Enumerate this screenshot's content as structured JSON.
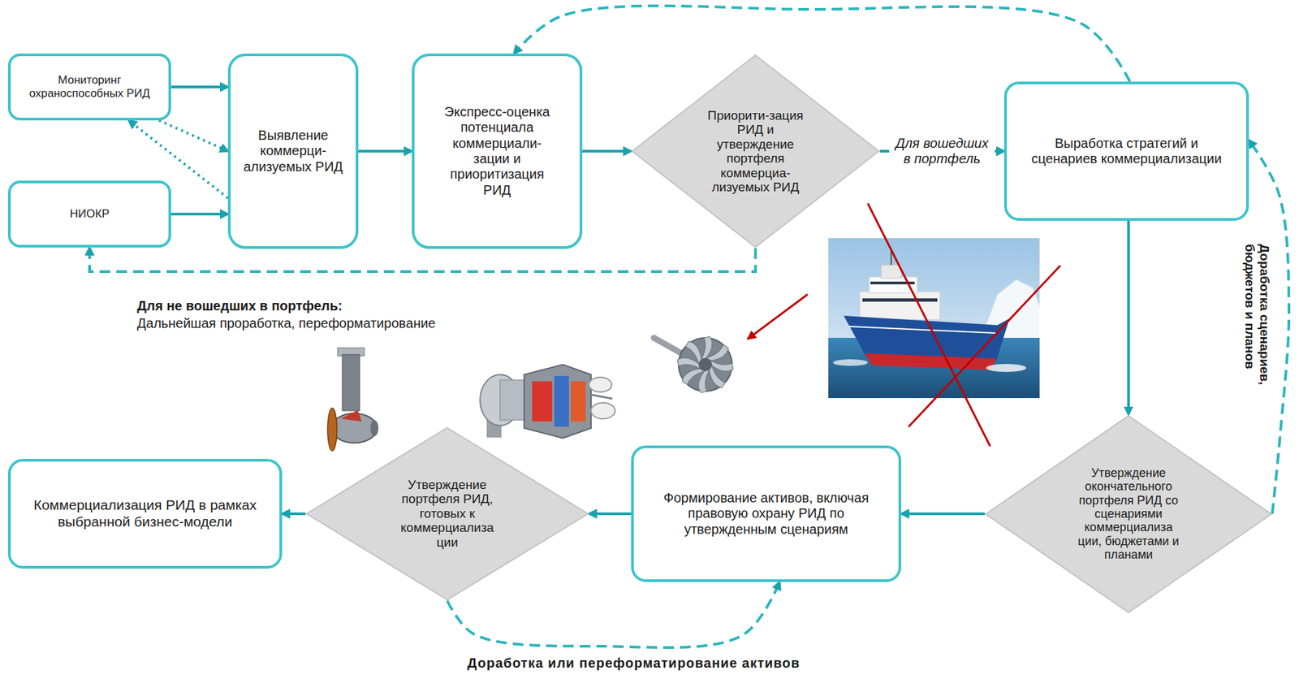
{
  "diagram": {
    "nodes": [
      {
        "text": [
          "Мониторинг охраноспособных РИД"
        ]
      },
      {
        "text": [
          "НИОКР"
        ]
      },
      {
        "text": [
          "Выявление коммерци-ализуемых РИД"
        ]
      },
      {
        "text": [
          "Экспресс-оценка потенциала коммерциали-зации и приоритизация РИД"
        ]
      },
      {
        "text": [
          "Приорити-зация РИД и утверждение портфеля коммерциа-лизуемых РИД"
        ]
      },
      {
        "text": [
          "Выработка стратегий и сценариев коммерциализации"
        ]
      },
      {
        "text": [
          "Утверждение окончательного портфеля РИД со сценариями коммерциализа ции, бюджетами и планами"
        ]
      },
      {
        "text": [
          "Формирование активов, включая правовую охрану РИД по утвержденным сценариям"
        ]
      },
      {
        "text": [
          "Утверждение портфеля РИД, готовых к коммерциализа ции"
        ]
      },
      {
        "text": [
          "Коммерциализация РИД в рамках выбранной бизнес-модели"
        ]
      }
    ],
    "edges": [
      {
        "from": 0,
        "to": 2,
        "arrow": "to"
      },
      {
        "from": 1,
        "to": 2,
        "arrow": "to"
      },
      {
        "from": 0,
        "to": 2,
        "arrow": "to"
      },
      {
        "from": 2,
        "to": 0,
        "arrow": "to"
      },
      {
        "from": 2,
        "to": 3,
        "arrow": "to"
      },
      {
        "from": 3,
        "to": 4,
        "arrow": "to"
      },
      {
        "from": 4,
        "to": 5,
        "label": "Для вошедших в портфель",
        "arrow": "to"
      },
      {
        "from": 4,
        "to": 1,
        "arrow": "to"
      },
      {
        "from": 5,
        "to": 3,
        "arrow": "to"
      },
      {
        "from": 5,
        "to": 6,
        "arrow": "to"
      },
      {
        "from": 6,
        "to": 5,
        "label": "Доработка сценариев, бюджетов и планов",
        "arrow": "to"
      },
      {
        "from": 6,
        "to": 7,
        "arrow": "to"
      },
      {
        "from": 7,
        "to": 8,
        "arrow": "to"
      },
      {
        "from": 8,
        "to": 9,
        "arrow": "to"
      },
      {
        "from": 8,
        "to": 7,
        "label": "Доработка или переформатирование активов",
        "arrow": "to"
      }
    ],
    "labels": [
      "Для не вошедших в портфель:",
      "Дальнейшая проработка, переформатирование"
    ]
  }
}
